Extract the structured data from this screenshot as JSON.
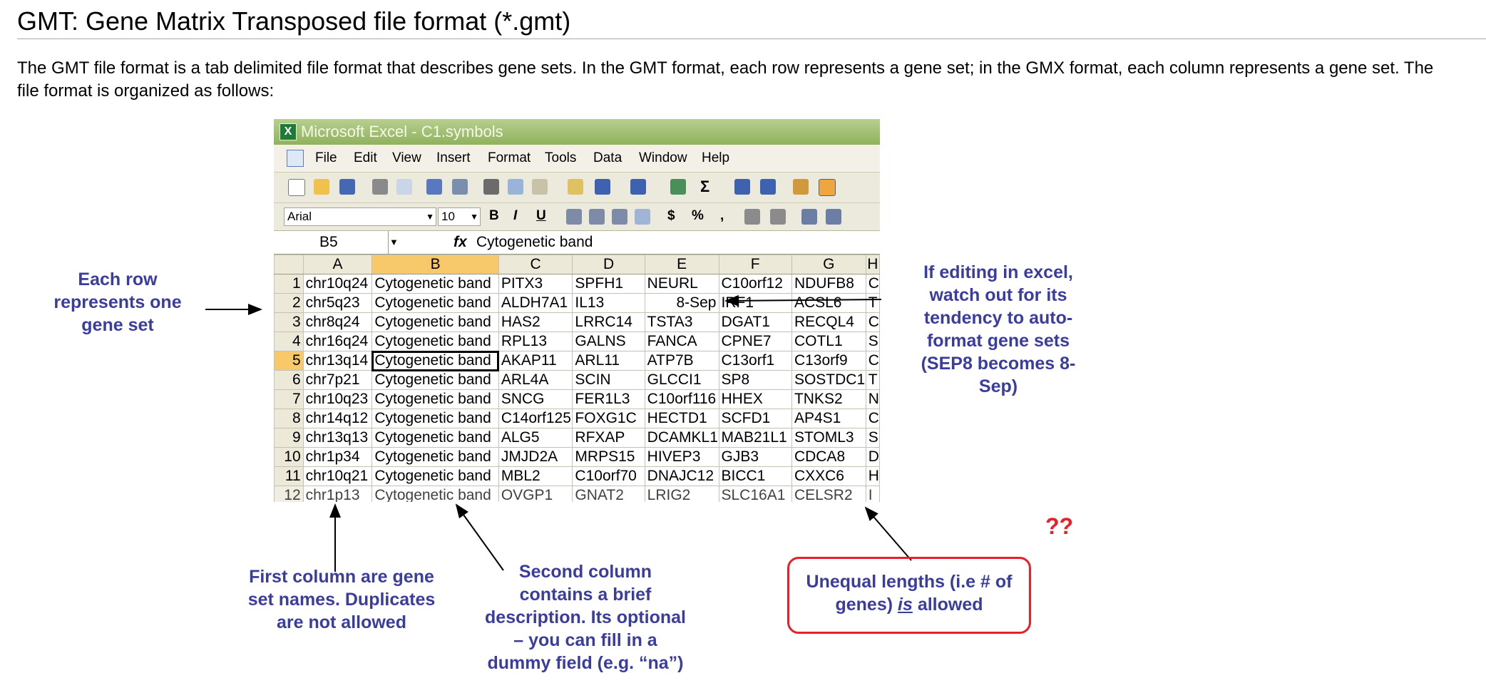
{
  "page": {
    "title": "GMT: Gene Matrix Transposed file format (*.gmt)",
    "intro_line1": "The GMT file format is a tab delimited file format that describes gene sets. In the GMT format, each row represents a gene set; in the GMX format, each column represents a gene set. The",
    "intro_line2": "file format is organized as follows:"
  },
  "excel": {
    "window_title": "Microsoft Excel - C1.symbols",
    "menu": [
      "File",
      "Edit",
      "View",
      "Insert",
      "Format",
      "Tools",
      "Data",
      "Window",
      "Help"
    ],
    "font_name": "Arial",
    "font_size": "10",
    "format_buttons": [
      "B",
      "I",
      "U",
      "$",
      "%",
      ","
    ],
    "name_box": "B5",
    "formula": "Cytogenetic band",
    "columns": [
      "A",
      "B",
      "C",
      "D",
      "E",
      "F",
      "G",
      "H"
    ],
    "rows": [
      {
        "n": "1",
        "cells": [
          "chr10q24",
          "Cytogenetic band",
          "PITX3",
          "SPFH1",
          "NEURL",
          "C10orf12",
          "NDUFB8",
          "C"
        ]
      },
      {
        "n": "2",
        "cells": [
          "chr5q23",
          "Cytogenetic band",
          "ALDH7A1",
          "IL13",
          "8-Sep",
          "IRF1",
          "ACSL6",
          "T"
        ]
      },
      {
        "n": "3",
        "cells": [
          "chr8q24",
          "Cytogenetic band",
          "HAS2",
          "LRRC14",
          "TSTA3",
          "DGAT1",
          "RECQL4",
          "C"
        ]
      },
      {
        "n": "4",
        "cells": [
          "chr16q24",
          "Cytogenetic band",
          "RPL13",
          "GALNS",
          "FANCA",
          "CPNE7",
          "COTL1",
          "S"
        ]
      },
      {
        "n": "5",
        "cells": [
          "chr13q14",
          "Cytogenetic band",
          "AKAP11",
          "ARL11",
          "ATP7B",
          "C13orf1",
          "C13orf9",
          "C"
        ]
      },
      {
        "n": "6",
        "cells": [
          "chr7p21",
          "Cytogenetic band",
          "ARL4A",
          "SCIN",
          "GLCCI1",
          "SP8",
          "SOSTDC1",
          "T"
        ]
      },
      {
        "n": "7",
        "cells": [
          "chr10q23",
          "Cytogenetic band",
          "SNCG",
          "FER1L3",
          "C10orf116",
          "HHEX",
          "TNKS2",
          "N"
        ]
      },
      {
        "n": "8",
        "cells": [
          "chr14q12",
          "Cytogenetic band",
          "C14orf125",
          "FOXG1C",
          "HECTD1",
          "SCFD1",
          "AP4S1",
          "C"
        ]
      },
      {
        "n": "9",
        "cells": [
          "chr13q13",
          "Cytogenetic band",
          "ALG5",
          "RFXAP",
          "DCAMKL1",
          "MAB21L1",
          "STOML3",
          "S"
        ]
      },
      {
        "n": "10",
        "cells": [
          "chr1p34",
          "Cytogenetic band",
          "JMJD2A",
          "MRPS15",
          "HIVEP3",
          "GJB3",
          "CDCA8",
          "D"
        ]
      },
      {
        "n": "11",
        "cells": [
          "chr10q21",
          "Cytogenetic band",
          "MBL2",
          "C10orf70",
          "DNAJC12",
          "BICC1",
          "CXXC6",
          "H"
        ]
      },
      {
        "n": "12",
        "cells": [
          "chr1p13",
          "Cytogenetic band",
          "OVGP1",
          "GNAT2",
          "LRIG2",
          "SLC16A1",
          "CELSR2",
          "I"
        ]
      }
    ]
  },
  "annotations": {
    "each_row": [
      "Each row",
      "represents one",
      "gene set"
    ],
    "editing": [
      "If editing in excel,",
      "watch out for its",
      "tendency to auto-",
      "format gene sets",
      "(SEP8 becomes 8-",
      "Sep)"
    ],
    "first_column": [
      "First column are gene",
      "set names. Duplicates",
      "are not allowed"
    ],
    "second_column": [
      "Second column",
      "contains a brief",
      "description. Its optional",
      "– you can fill in a",
      "dummy field (e.g. “na”)"
    ],
    "unequal_pre": "Unequal lengths (i.e # of",
    "unequal_line2_pre": "genes) ",
    "unequal_is": "is",
    "unequal_post": " allowed",
    "question_marks": "??"
  },
  "colors": {
    "annotation_text": "#3a3d9e",
    "highlight_box": "#e8202a",
    "selected_header": "#f7c96b",
    "excel_title_bar": "#8fb25c"
  }
}
